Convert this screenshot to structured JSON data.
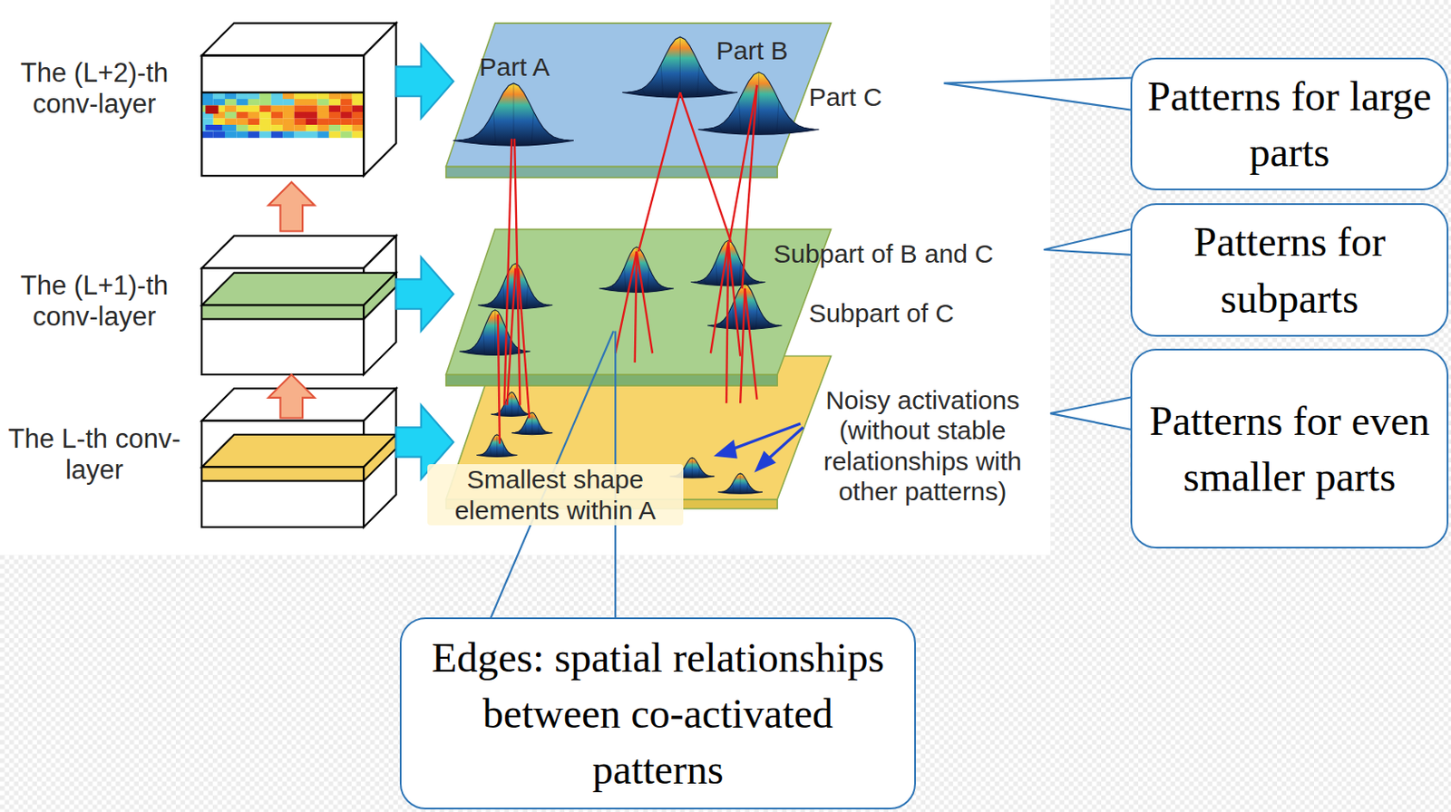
{
  "diagram": {
    "nodes": [
      {
        "text": [
          "Patterns for large parts"
        ]
      },
      {
        "text": [
          "Patterns for subparts"
        ]
      },
      {
        "text": [
          "Patterns for even smaller parts"
        ]
      },
      {
        "text": [
          "Edges: spatial relationships between co-activated patterns"
        ]
      }
    ],
    "labels": [
      "The (L+2)-th conv-layer",
      "The (L+1)-th conv-layer",
      "The L-th conv-layer",
      "Part A",
      "Part B",
      "Part C",
      "Subpart of B and C",
      "Subpart of C",
      "Noisy activations (without stable relationships with other patterns)",
      "Smallest shape elements within A"
    ]
  }
}
